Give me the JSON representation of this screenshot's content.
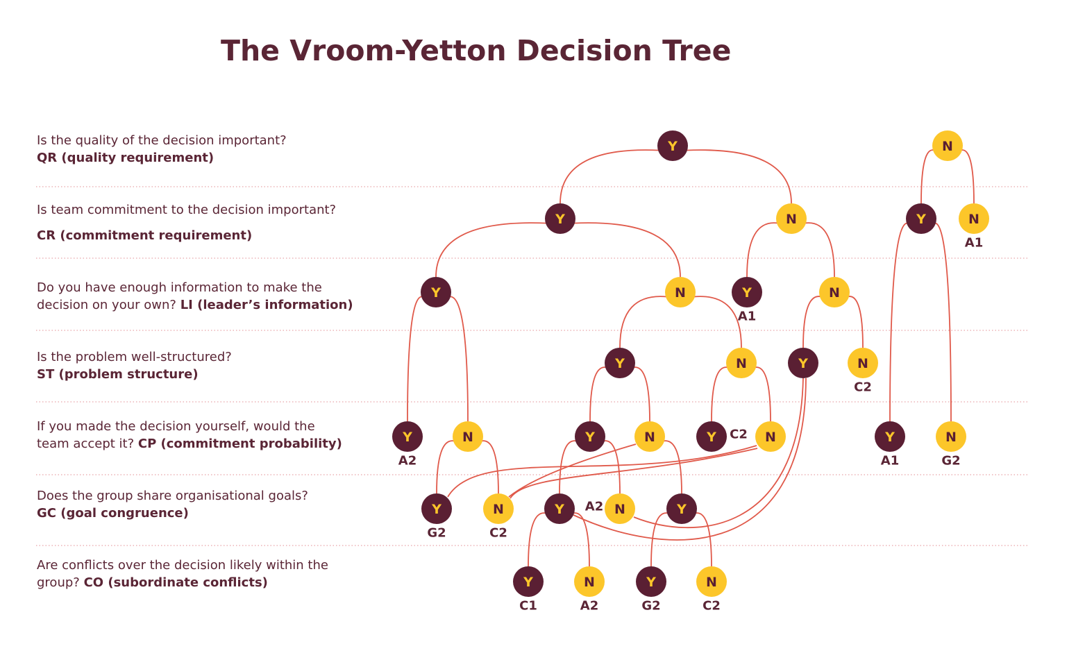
{
  "title": "The Vroom-Yetton Decision Tree",
  "colors": {
    "text": "#5a2535",
    "yes": "#5a1f33",
    "no": "#fcc62a",
    "edge": "#e0594a"
  },
  "questions": [
    {
      "line1": "Is the quality of the decision important?",
      "line2_plain": "",
      "line2_bold": "QR (quality requirement)"
    },
    {
      "line1": "Is team commitment to the decision important?",
      "line2_plain": "",
      "line2_bold": "CR (commitment requirement)"
    },
    {
      "line1": "Do you have enough information to make the",
      "line2_plain": "decision on your own? ",
      "line2_bold": "LI (leader’s information)"
    },
    {
      "line1": "Is the problem well-structured?",
      "line2_plain": "",
      "line2_bold": "ST (problem structure)"
    },
    {
      "line1": "If you made the decision yourself, would the",
      "line2_plain": "team accept it? ",
      "line2_bold": "CP (commitment probability)"
    },
    {
      "line1": "Does the group share organisational goals?",
      "line2_plain": "",
      "line2_bold": "GC (goal congruence)"
    },
    {
      "line1": "Are conflicts over the decision likely within the",
      "line2_plain": "group? ",
      "line2_bold": "CO (subordinate conflicts)"
    }
  ],
  "nodes": [
    {
      "id": "n0",
      "value": "Y",
      "outcome": ""
    },
    {
      "id": "n1",
      "value": "N",
      "outcome": ""
    },
    {
      "id": "n2",
      "value": "Y",
      "outcome": ""
    },
    {
      "id": "n3",
      "value": "N",
      "outcome": ""
    },
    {
      "id": "n4",
      "value": "Y",
      "outcome": ""
    },
    {
      "id": "n5",
      "value": "N",
      "outcome": "A1"
    },
    {
      "id": "n6",
      "value": "Y",
      "outcome": ""
    },
    {
      "id": "n7",
      "value": "N",
      "outcome": ""
    },
    {
      "id": "n8",
      "value": "Y",
      "outcome": "A1"
    },
    {
      "id": "n9",
      "value": "N",
      "outcome": ""
    },
    {
      "id": "n10",
      "value": "Y",
      "outcome": ""
    },
    {
      "id": "n11",
      "value": "N",
      "outcome": ""
    },
    {
      "id": "n12",
      "value": "Y",
      "outcome": ""
    },
    {
      "id": "n13",
      "value": "N",
      "outcome": "C2"
    },
    {
      "id": "n14",
      "value": "Y",
      "outcome": "A2"
    },
    {
      "id": "n15",
      "value": "N",
      "outcome": ""
    },
    {
      "id": "n16",
      "value": "Y",
      "outcome": ""
    },
    {
      "id": "n17",
      "value": "N",
      "outcome": ""
    },
    {
      "id": "n18",
      "value": "Y",
      "outcome": "C2"
    },
    {
      "id": "n19",
      "value": "N",
      "outcome": ""
    },
    {
      "id": "n20",
      "value": "Y",
      "outcome": "A1"
    },
    {
      "id": "n21",
      "value": "N",
      "outcome": "G2"
    },
    {
      "id": "n22",
      "value": "Y",
      "outcome": "G2"
    },
    {
      "id": "n23",
      "value": "N",
      "outcome": "C2"
    },
    {
      "id": "n24",
      "value": "Y",
      "outcome": ""
    },
    {
      "id": "n25",
      "value": "N",
      "outcome": "A2"
    },
    {
      "id": "n26",
      "value": "Y",
      "outcome": ""
    },
    {
      "id": "n27",
      "value": "Y",
      "outcome": "C1"
    },
    {
      "id": "n28",
      "value": "N",
      "outcome": "A2"
    },
    {
      "id": "n29",
      "value": "Y",
      "outcome": "G2"
    },
    {
      "id": "n30",
      "value": "N",
      "outcome": "C2"
    }
  ],
  "edges": [
    [
      "n0",
      "n2"
    ],
    [
      "n0",
      "n3"
    ],
    [
      "n1",
      "n4"
    ],
    [
      "n1",
      "n5"
    ],
    [
      "n2",
      "n6"
    ],
    [
      "n2",
      "n7"
    ],
    [
      "n3",
      "n8"
    ],
    [
      "n3",
      "n9"
    ],
    [
      "n4",
      "n20"
    ],
    [
      "n4",
      "n21"
    ],
    [
      "n6",
      "n14"
    ],
    [
      "n6",
      "n15"
    ],
    [
      "n7",
      "n10"
    ],
    [
      "n7",
      "n11"
    ],
    [
      "n9",
      "n12"
    ],
    [
      "n9",
      "n13"
    ],
    [
      "n10",
      "n16"
    ],
    [
      "n10",
      "n17"
    ],
    [
      "n11",
      "n18"
    ],
    [
      "n11",
      "n19"
    ],
    [
      "n15",
      "n22"
    ],
    [
      "n15",
      "n23"
    ],
    [
      "n16",
      "n24"
    ],
    [
      "n16",
      "n25"
    ],
    [
      "n17",
      "n23"
    ],
    [
      "n17",
      "n26"
    ],
    [
      "n19",
      "n22"
    ],
    [
      "n19",
      "n23"
    ],
    [
      "n12",
      "n25"
    ],
    [
      "n12",
      "n24"
    ],
    [
      "n24",
      "n27"
    ],
    [
      "n24",
      "n28"
    ],
    [
      "n26",
      "n29"
    ],
    [
      "n26",
      "n30"
    ]
  ]
}
